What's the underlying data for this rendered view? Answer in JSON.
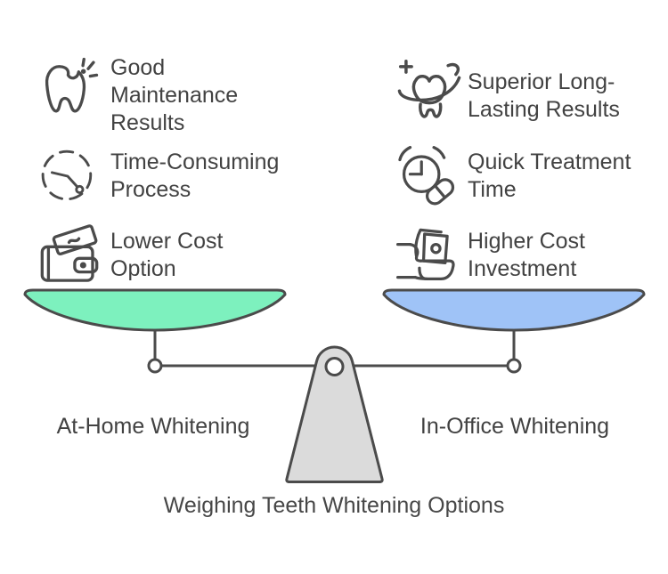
{
  "title": "Weighing Teeth Whitening Options",
  "left": {
    "pan_label": "At-Home Whitening",
    "pan_color": "#7DF1BE",
    "items": [
      {
        "icon": "tooth-sparkle-icon",
        "label": "Good Maintenance Results",
        "lines": [
          "Good",
          "Maintenance",
          "Results"
        ]
      },
      {
        "icon": "dashed-clock-icon",
        "label": "Time-Consuming Process",
        "lines": [
          "Time-Consuming",
          "Process"
        ]
      },
      {
        "icon": "wallet-cash-icon",
        "label": "Lower Cost Option",
        "lines": [
          "Lower Cost",
          "Option"
        ]
      }
    ]
  },
  "right": {
    "pan_label": "In-Office Whitening",
    "pan_color": "#9FC3F7",
    "items": [
      {
        "icon": "tooth-plus-icon",
        "label": "Superior Long-Lasting Results",
        "lines": [
          "Superior Long-",
          "Lasting Results"
        ]
      },
      {
        "icon": "alarm-clock-pill-icon",
        "label": "Quick Treatment Time",
        "lines": [
          "Quick Treatment",
          "Time"
        ]
      },
      {
        "icon": "hand-cash-icon",
        "label": "Higher Cost Investment",
        "lines": [
          "Higher Cost",
          "Investment"
        ]
      }
    ]
  },
  "colors": {
    "stroke": "#4B4B4B",
    "text": "#424242",
    "pivot_fill": "#DBDBDB",
    "background": "#FFFFFF"
  }
}
